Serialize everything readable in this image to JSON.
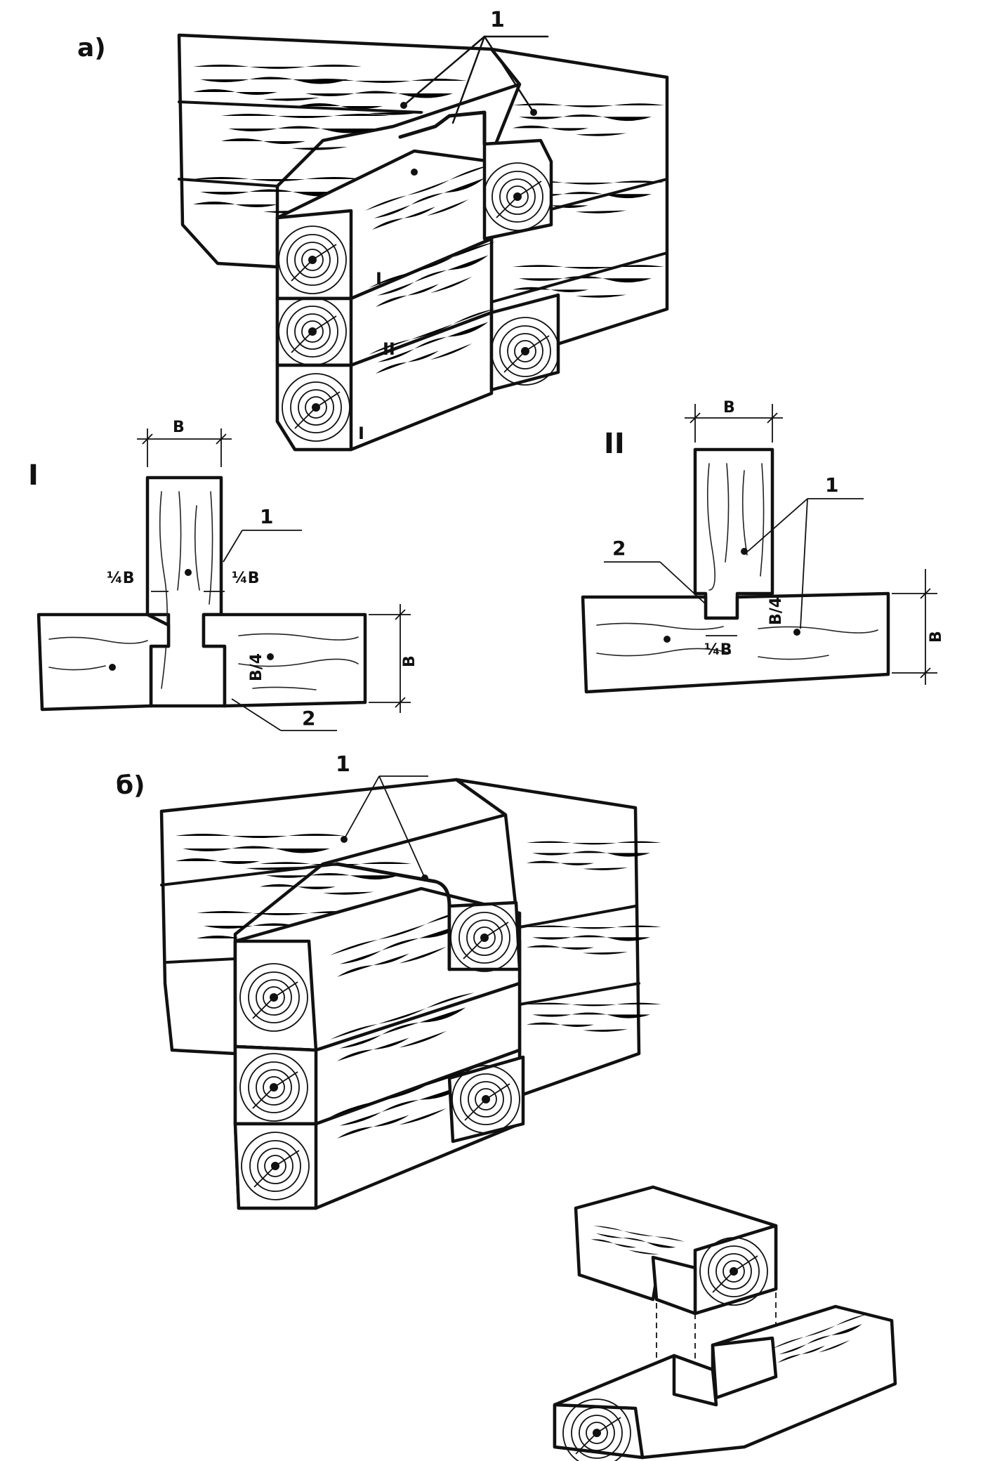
{
  "diagram": {
    "panels": {
      "a": {
        "label": "а)"
      },
      "b": {
        "label": "б)"
      },
      "section_I": {
        "label": "I"
      },
      "section_II": {
        "label": "II"
      }
    },
    "callouts": {
      "a_item1": "1",
      "a_row_I": "I",
      "a_row_II": "II",
      "a_row_I_bottom": "I",
      "I_item1": "1",
      "I_item2": "2",
      "II_item1": "1",
      "II_item2": "2",
      "b_item1": "1"
    },
    "dimensions": {
      "I_width": "В",
      "I_quarter_left": "¼В",
      "I_quarter_right": "¼В",
      "I_depth": "В",
      "I_small": "В/4",
      "II_width": "В",
      "II_quarter": "¼В",
      "II_depth": "В",
      "II_small": "В/4"
    }
  }
}
